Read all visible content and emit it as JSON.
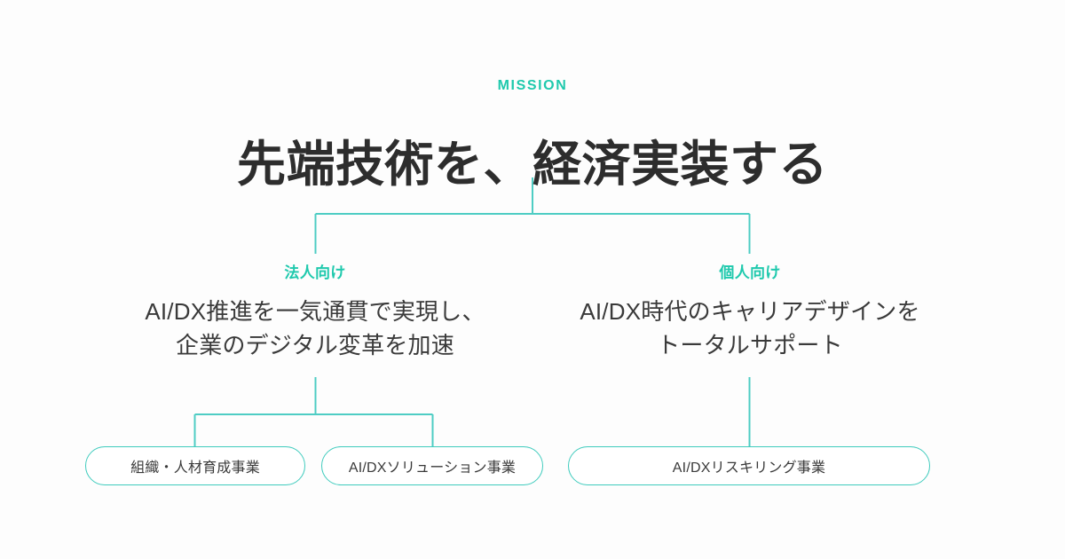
{
  "theme": {
    "background": "#fdfdfd",
    "accent": "#1fc9ad",
    "line": "#4ecdc4",
    "pill_border": "#3fcbbd",
    "heading_color": "#2d2d2d",
    "body_color": "#3a3a3a"
  },
  "mission": {
    "eyebrow": "MISSION",
    "headline": "先端技術を、経済実装する"
  },
  "branches": [
    {
      "label": "法人向け",
      "desc_line1": "AI/DX推進を一気通貫で実現し、",
      "desc_line2": "企業のデジタル変革を加速"
    },
    {
      "label": "個人向け",
      "desc_line1": "AI/DX時代のキャリアデザインを",
      "desc_line2": "トータルサポート"
    }
  ],
  "businesses": [
    {
      "label": "組織・人材育成事業"
    },
    {
      "label": "AI/DXソリューション事業"
    },
    {
      "label": "AI/DXリスキリング事業"
    }
  ]
}
